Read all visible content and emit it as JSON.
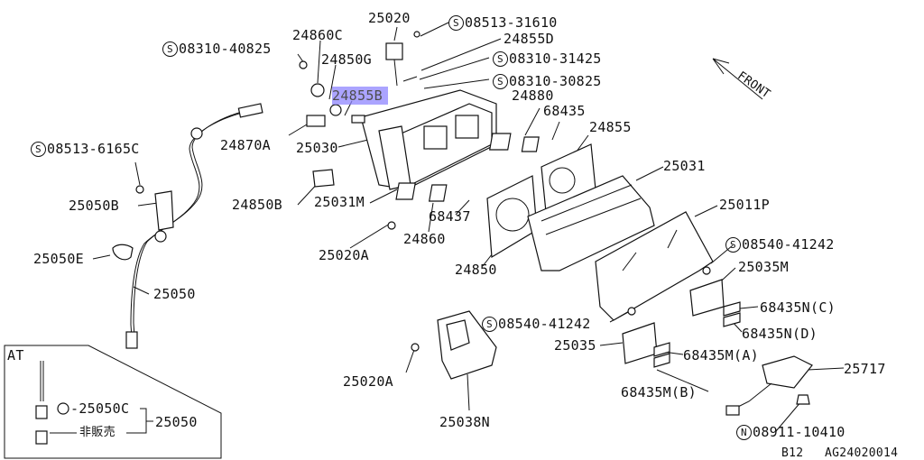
{
  "labels": {
    "p25020": "25020",
    "s08513_31610": "08513-31610",
    "p24860C": "24860C",
    "p24855D": "24855D",
    "s08310_40825": "08310-40825",
    "p24850G": "24850G",
    "s08310_31425": "08310-31425",
    "s08310_30825": "08310-30825",
    "p24855B": "24855B",
    "p24880": "24880",
    "p68435": "68435",
    "p24855": "24855",
    "p24870A": "24870A",
    "p25030": "25030",
    "s08513_6165C": "08513-6165C",
    "p25031": "25031",
    "p24850B": "24850B",
    "p25031M": "25031M",
    "p68437": "68437",
    "p25011P": "25011P",
    "p25050B": "25050B",
    "p24860": "24860",
    "s08540_41242a": "08540-41242",
    "p25050E": "25050E",
    "p25020A_top": "25020A",
    "p24850": "24850",
    "p25035M": "25035M",
    "p25050": "25050",
    "p68435NC": "68435N(C)",
    "p68435ND": "68435N(D)",
    "s08540_41242b": "08540-41242",
    "p25035": "25035",
    "p68435MA": "68435M(A)",
    "p25717": "25717",
    "p25020A_bot": "25020A",
    "p68435MB": "68435M(B)",
    "p25038N": "25038N",
    "n08911_10410": "08911-10410",
    "front": "FRONT",
    "footer_left": "B12",
    "footer_right": "AG24020014"
  },
  "symbols": {
    "s": "S",
    "n": "N"
  },
  "inset": {
    "title": "AT",
    "p25050C": "-25050C",
    "p25050": "25050",
    "note": "非販売"
  },
  "highlight_color": "#8f86ff"
}
